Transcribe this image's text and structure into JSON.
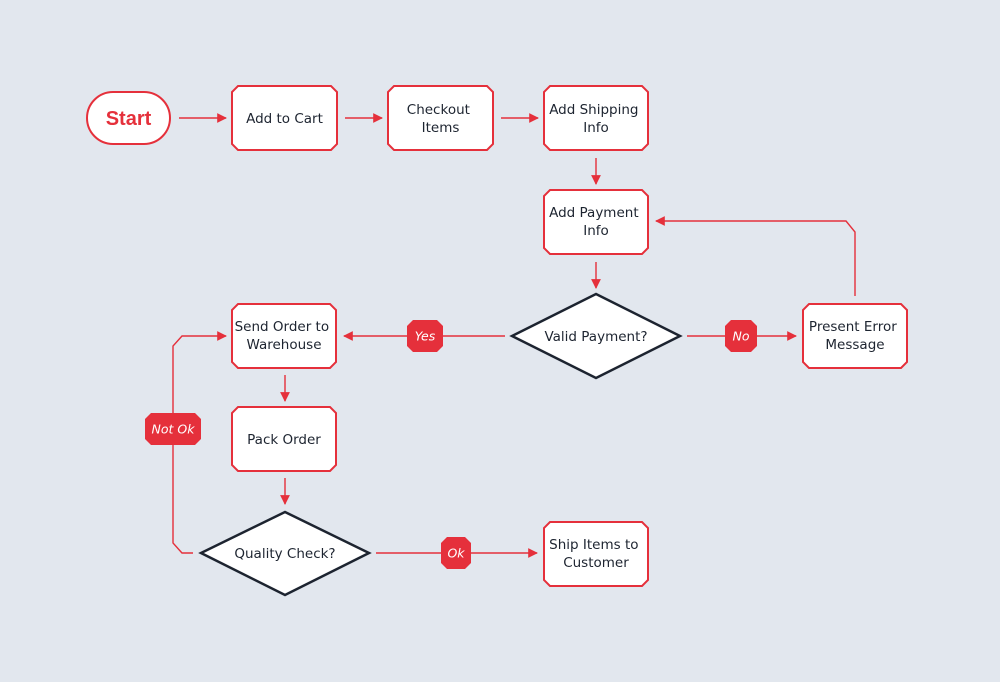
{
  "colors": {
    "background": "#e2e7ee",
    "accent": "#e5303b",
    "node_fill": "#ffffff",
    "decision_stroke": "#1d2430",
    "text": "#1d2430",
    "badge_text": "#ffffff"
  },
  "nodes": {
    "start": "Start",
    "add_to_cart": "Add to Cart",
    "checkout_items": [
      "Checkout",
      "Items"
    ],
    "add_shipping": [
      "Add Shipping",
      "Info"
    ],
    "add_payment": [
      "Add Payment",
      "Info"
    ],
    "valid_payment": "Valid Payment?",
    "present_error": [
      "Present Error",
      "Message"
    ],
    "send_order": [
      "Send Order to",
      "Warehouse"
    ],
    "pack_order": "Pack Order",
    "quality_check": "Quality Check?",
    "ship_items": [
      "Ship Items to",
      "Customer"
    ]
  },
  "labels": {
    "yes": "Yes",
    "no": "No",
    "ok": "Ok",
    "not_ok": "Not Ok"
  }
}
